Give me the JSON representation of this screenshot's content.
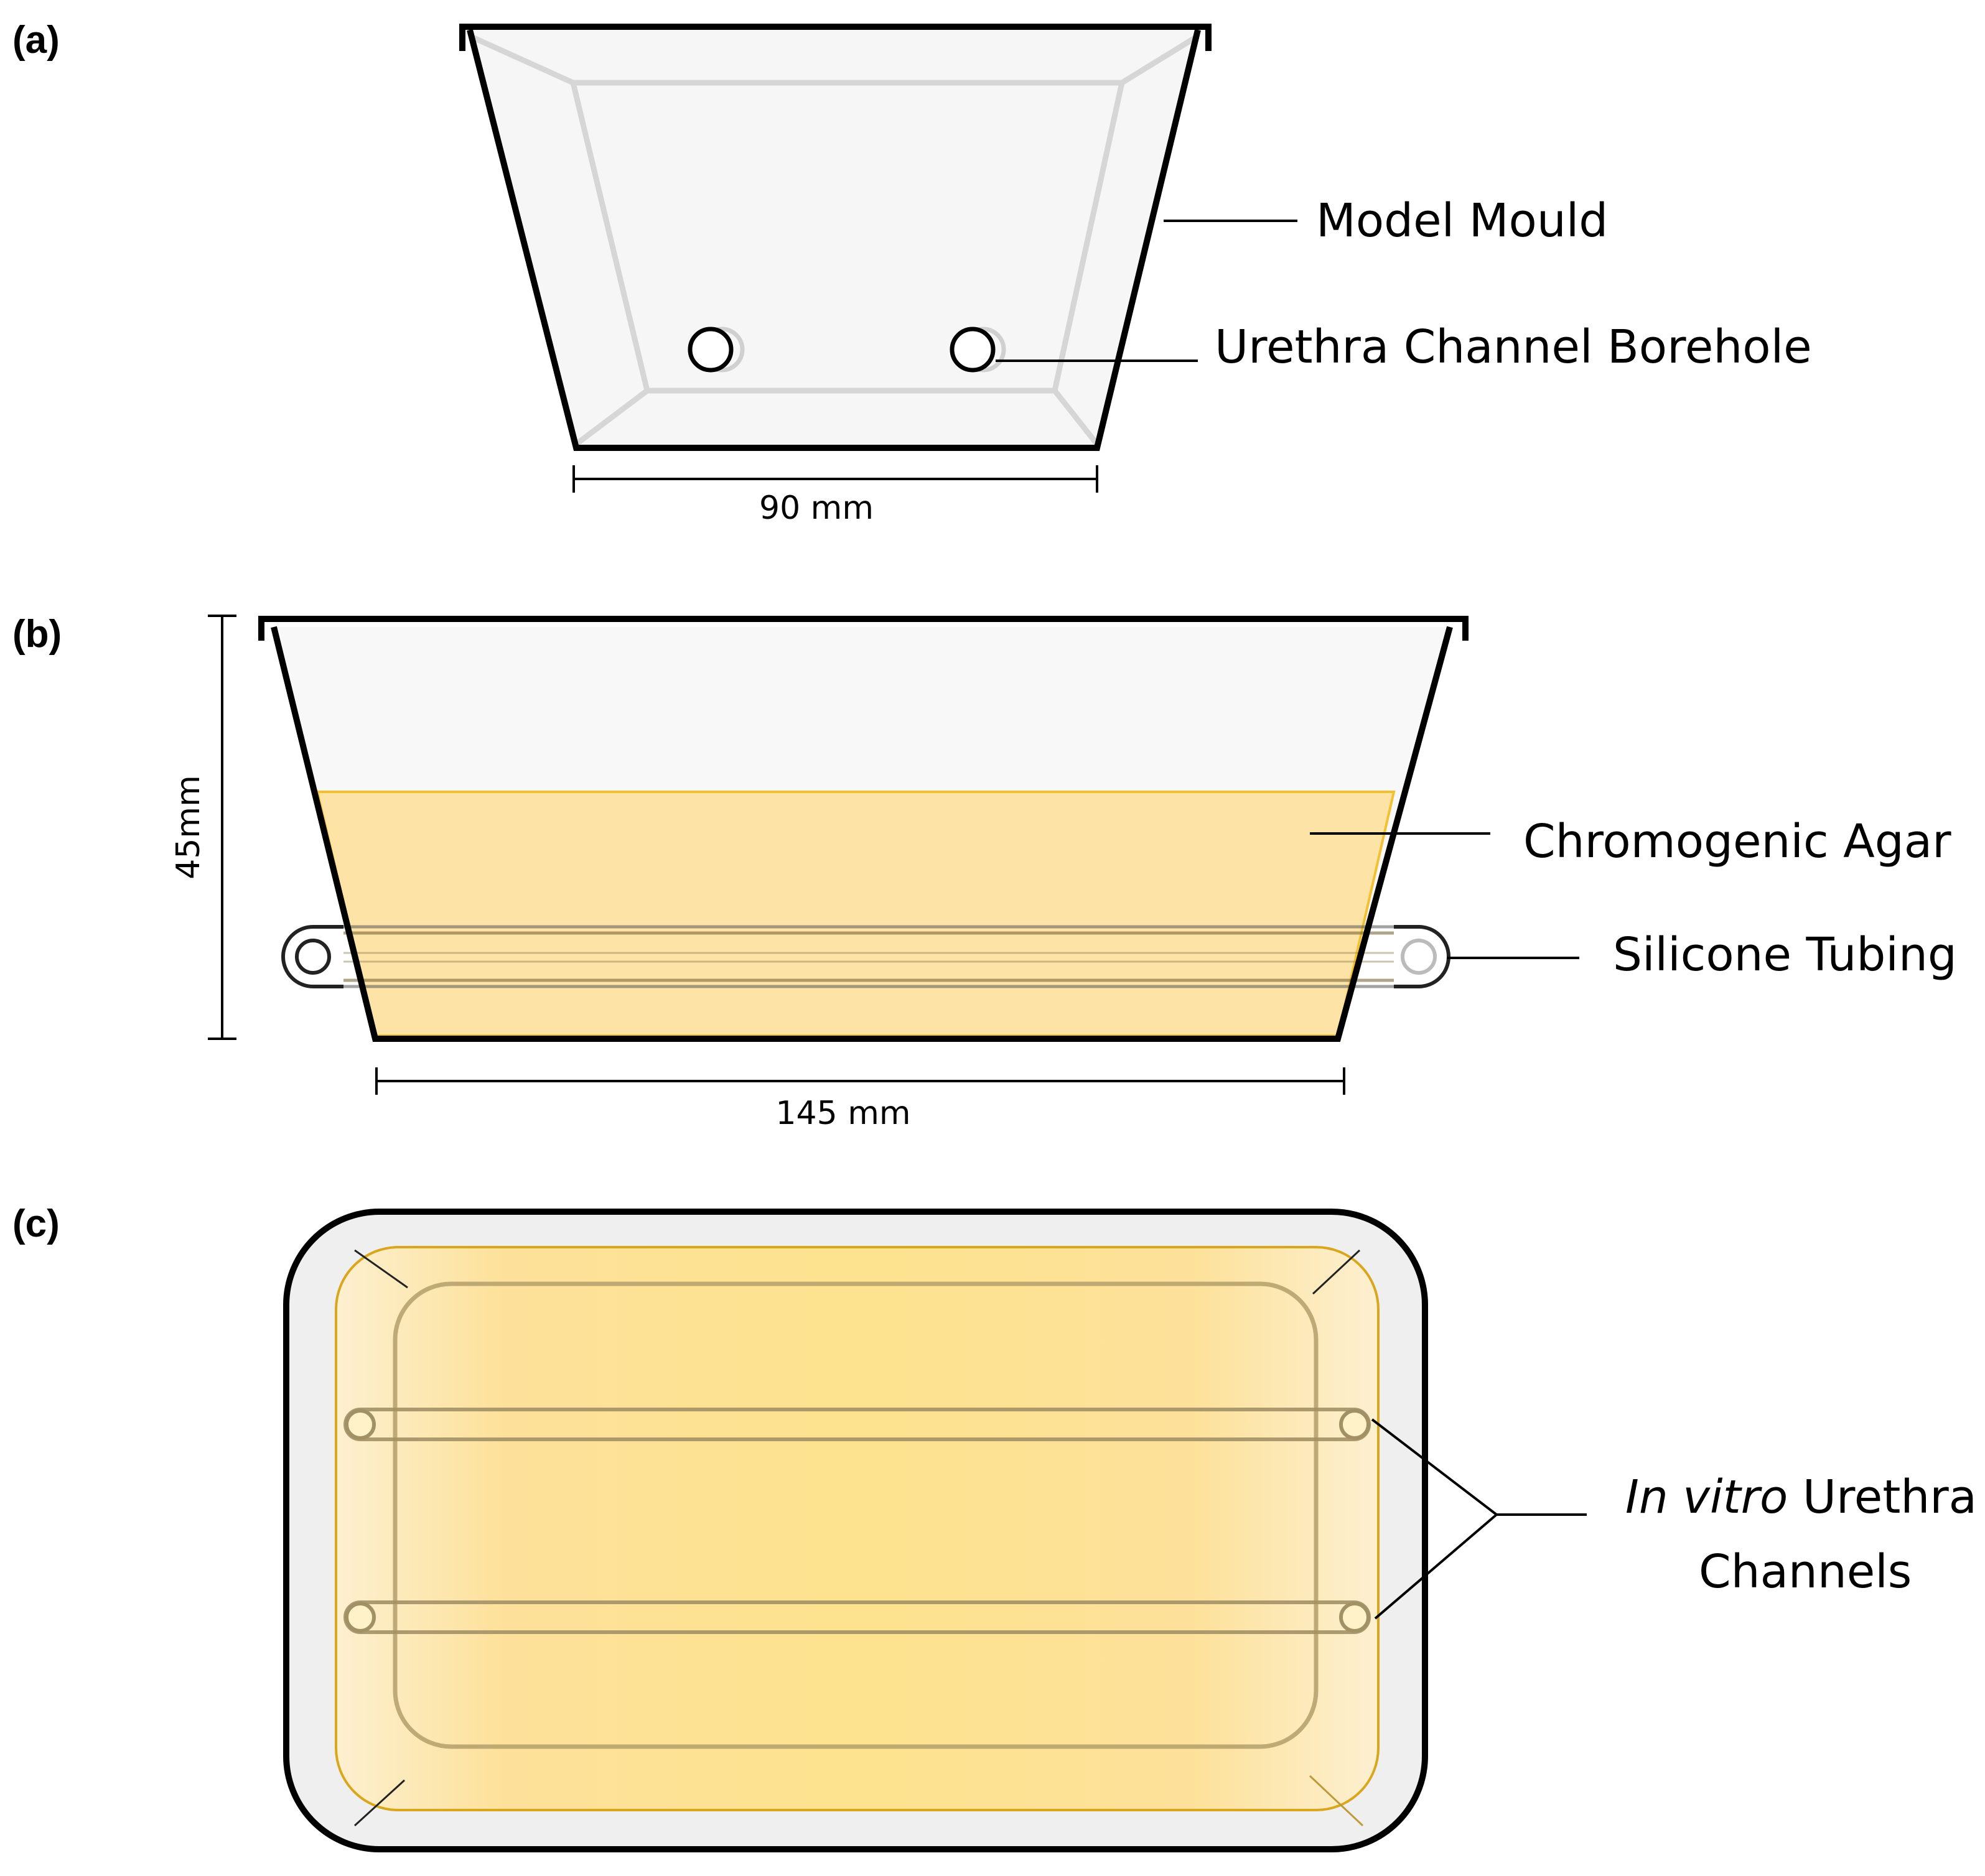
{
  "panels": {
    "a": {
      "label": "(a)",
      "callouts": {
        "model_mould": "Model Mould",
        "borehole": "Urethra Channel Borehole"
      },
      "dimension": "90 mm"
    },
    "b": {
      "label": "(b)",
      "callouts": {
        "agar": "Chromogenic Agar",
        "tubing": "Silicone Tubing"
      },
      "dimension_width": "145 mm",
      "dimension_height": "45mm"
    },
    "c": {
      "label": "(c)",
      "callout_italic": "In vitro",
      "callout_rest": " Urethra",
      "callout_line2": "Channels"
    }
  },
  "colors": {
    "agar_fill": "#fde3a6",
    "agar_edge": "#f5c030",
    "mould_fill": "#f6f6f6",
    "rim": "#efefef"
  }
}
